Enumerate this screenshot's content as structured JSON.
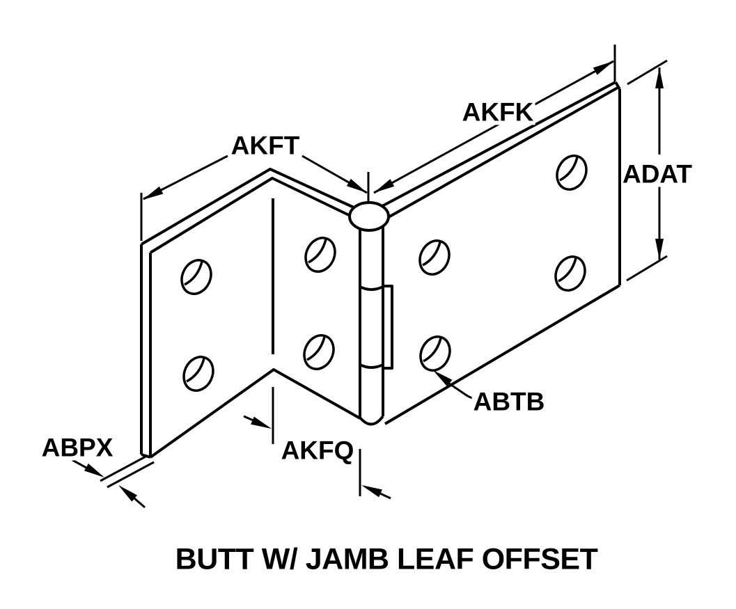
{
  "diagram": {
    "title": "BUTT W/ JAMB LEAF OFFSET",
    "dimension_labels": {
      "akft": "AKFT",
      "akfk": "AKFK",
      "adat": "ADAT",
      "abpx": "ABPX",
      "akfq": "AKFQ",
      "abtb": "ABTB"
    },
    "subject": "butt hinge with jamb leaf offset, isometric line drawing",
    "colors": {
      "line": "#000000",
      "background": "#ffffff"
    }
  }
}
